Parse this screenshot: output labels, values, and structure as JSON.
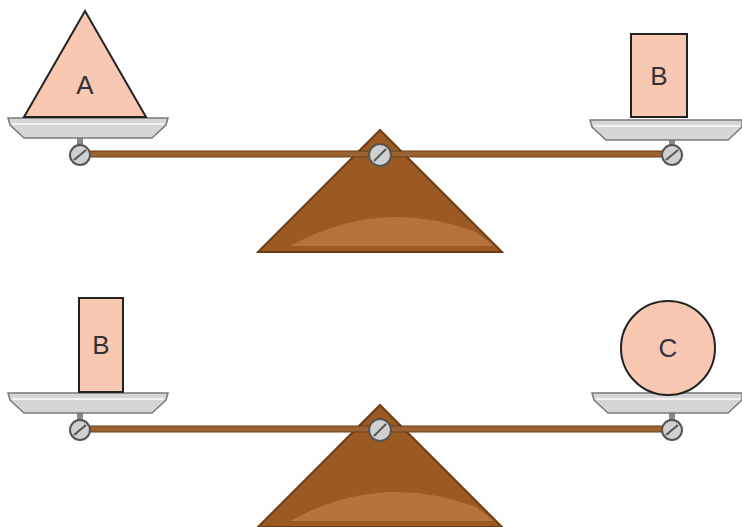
{
  "diagram": {
    "nodes": [
      {
        "text": [
          "A"
        ]
      },
      {
        "text": [
          "B"
        ]
      },
      {
        "text": [
          "B"
        ]
      },
      {
        "text": [
          "C"
        ]
      }
    ]
  }
}
